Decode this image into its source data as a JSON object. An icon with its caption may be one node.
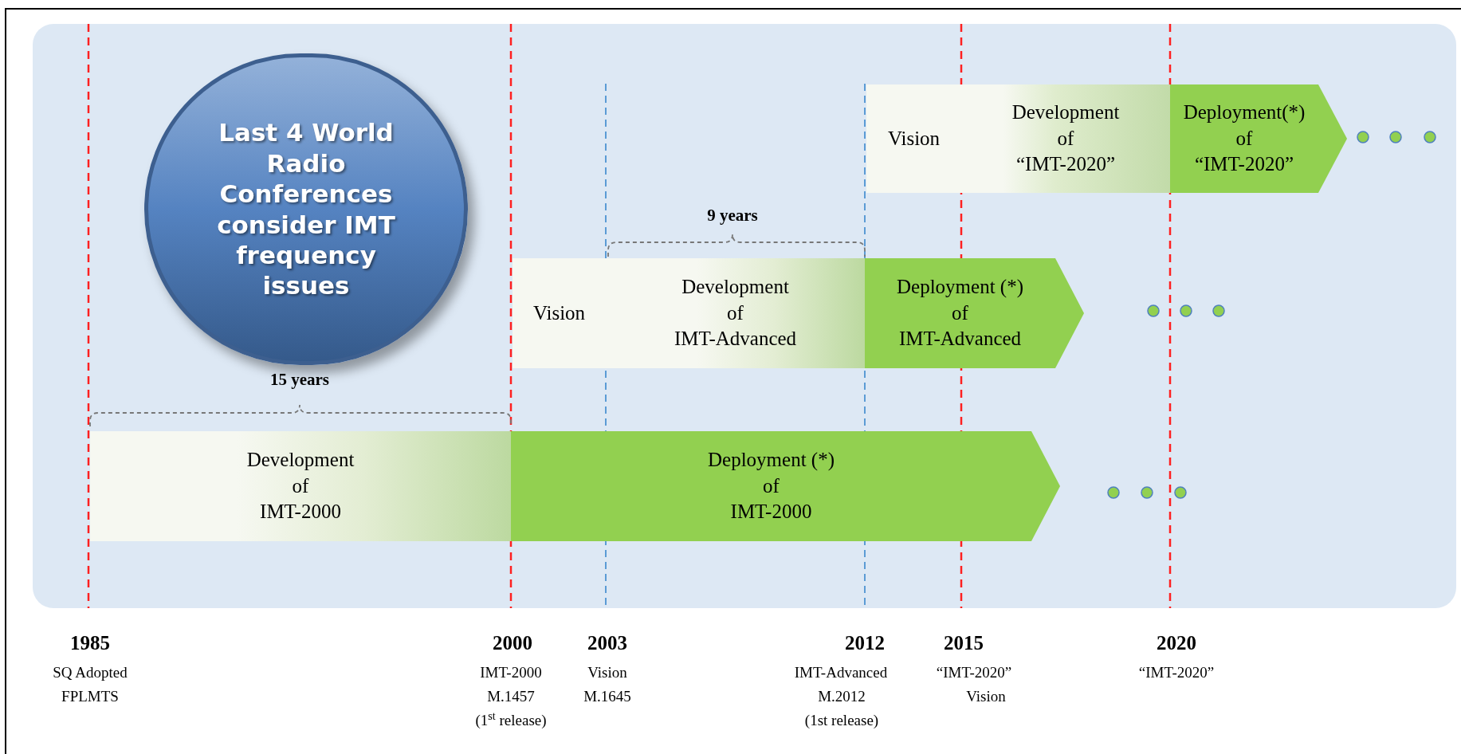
{
  "diagram": {
    "nodes": [
      {
        "text": [
          "Last 4 World Radio Conferences consider IMT frequency issues"
        ]
      },
      {
        "text": [
          "Vision"
        ]
      },
      {
        "text": [
          "Development of “IMT-2020”"
        ]
      },
      {
        "text": [
          "Deployment(*) of “IMT-2020”"
        ]
      },
      {
        "text": [
          "Vision"
        ]
      },
      {
        "text": [
          "Development of IMT-Advanced"
        ]
      },
      {
        "text": [
          "Deployment (*) of IMT-Advanced"
        ]
      },
      {
        "text": [
          "Development of IMT-2000"
        ]
      },
      {
        "text": [
          "Deployment (*) of IMT-2000"
        ]
      }
    ],
    "labels": [
      "15 years",
      "9 years",
      "1985",
      "SQ Adopted",
      "FPLMTS",
      "2000",
      "IMT-2000",
      "M.1457",
      "(1$^{st}$ release)",
      "2003",
      "Vision",
      "M.1645",
      "2012",
      "IMT-Advanced",
      "M.2012",
      "(1st release)",
      "2015",
      "“IMT-2020”",
      "Vision",
      "2020",
      "“IMT-2020”"
    ]
  }
}
